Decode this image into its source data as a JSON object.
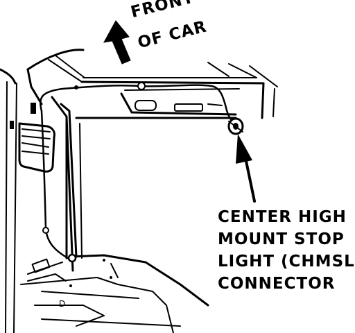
{
  "diagram": {
    "direction_label": {
      "line1": "FRONT",
      "line2": "OF CAR"
    },
    "callout": {
      "lines": [
        "CENTER HIGH",
        "MOUNT STOP",
        "LIGHT (CHMSL)",
        "CONNECTOR"
      ]
    },
    "floor_mark": "D",
    "colors": {
      "ink": "#000000",
      "paper": "#ffffff"
    }
  }
}
